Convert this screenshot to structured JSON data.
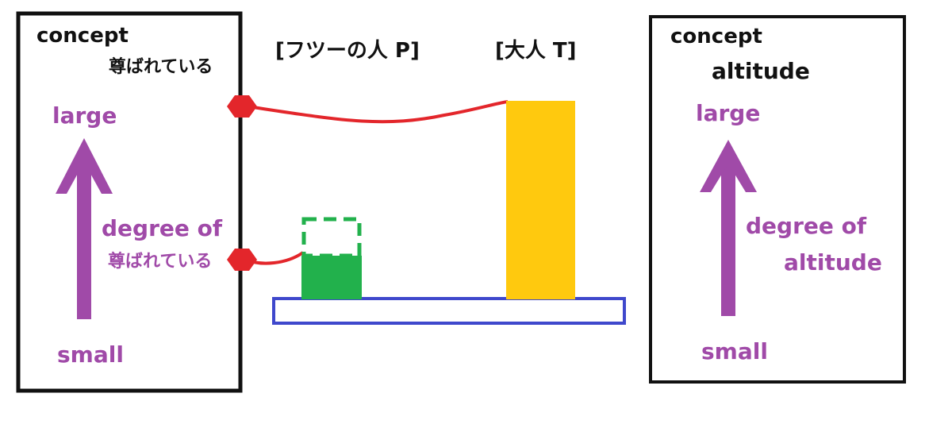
{
  "colors": {
    "frame": "#111111",
    "scale_label": "#a04aa8",
    "arrow": "#a04aa8",
    "connector": "#e3262b",
    "person_p": "#22b14c",
    "person_t": "#ffc90e",
    "base": "#3f48cc"
  },
  "left_panel": {
    "heading": "concept",
    "concept_name": "尊ばれている",
    "top_label": "large",
    "axis_label_line1": "degree of",
    "axis_label_line2": "尊ばれている",
    "bottom_label": "small"
  },
  "right_panel": {
    "heading": "concept",
    "concept_name": "altitude",
    "top_label": "large",
    "axis_label_line1": "degree of",
    "axis_label_line2": "altitude",
    "bottom_label": "small"
  },
  "center": {
    "person_p_label": "[フツーの人 P]",
    "person_t_label": "[大人 T]"
  }
}
